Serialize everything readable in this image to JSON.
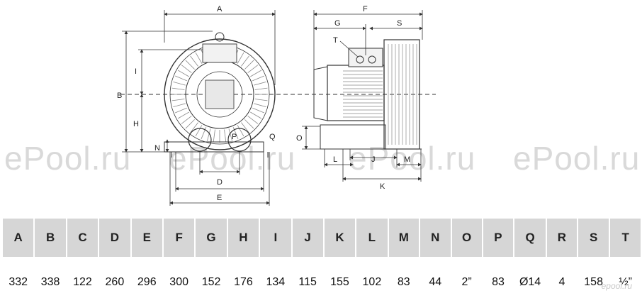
{
  "watermark_text": "ePool.ru",
  "logo_text": "epool.ru",
  "dimension_labels": {
    "A": "A",
    "B": "B",
    "D": "D",
    "E": "E",
    "F": "F",
    "G": "G",
    "H": "H",
    "I": "I",
    "J": "J",
    "K": "K",
    "L": "L",
    "M": "M",
    "N": "N",
    "O": "O",
    "P": "P",
    "Q": "Q",
    "S": "S",
    "T": "T"
  },
  "spec_table": {
    "headers": [
      "A",
      "B",
      "C",
      "D",
      "E",
      "F",
      "G",
      "H",
      "I",
      "J",
      "K",
      "L",
      "M",
      "N",
      "O",
      "P",
      "Q",
      "R",
      "S",
      "T"
    ],
    "values": [
      "332",
      "338",
      "122",
      "260",
      "296",
      "300",
      "152",
      "176",
      "134",
      "115",
      "155",
      "102",
      "83",
      "44",
      "2”",
      "83",
      "Ø14",
      "4",
      "158",
      "½”"
    ]
  }
}
